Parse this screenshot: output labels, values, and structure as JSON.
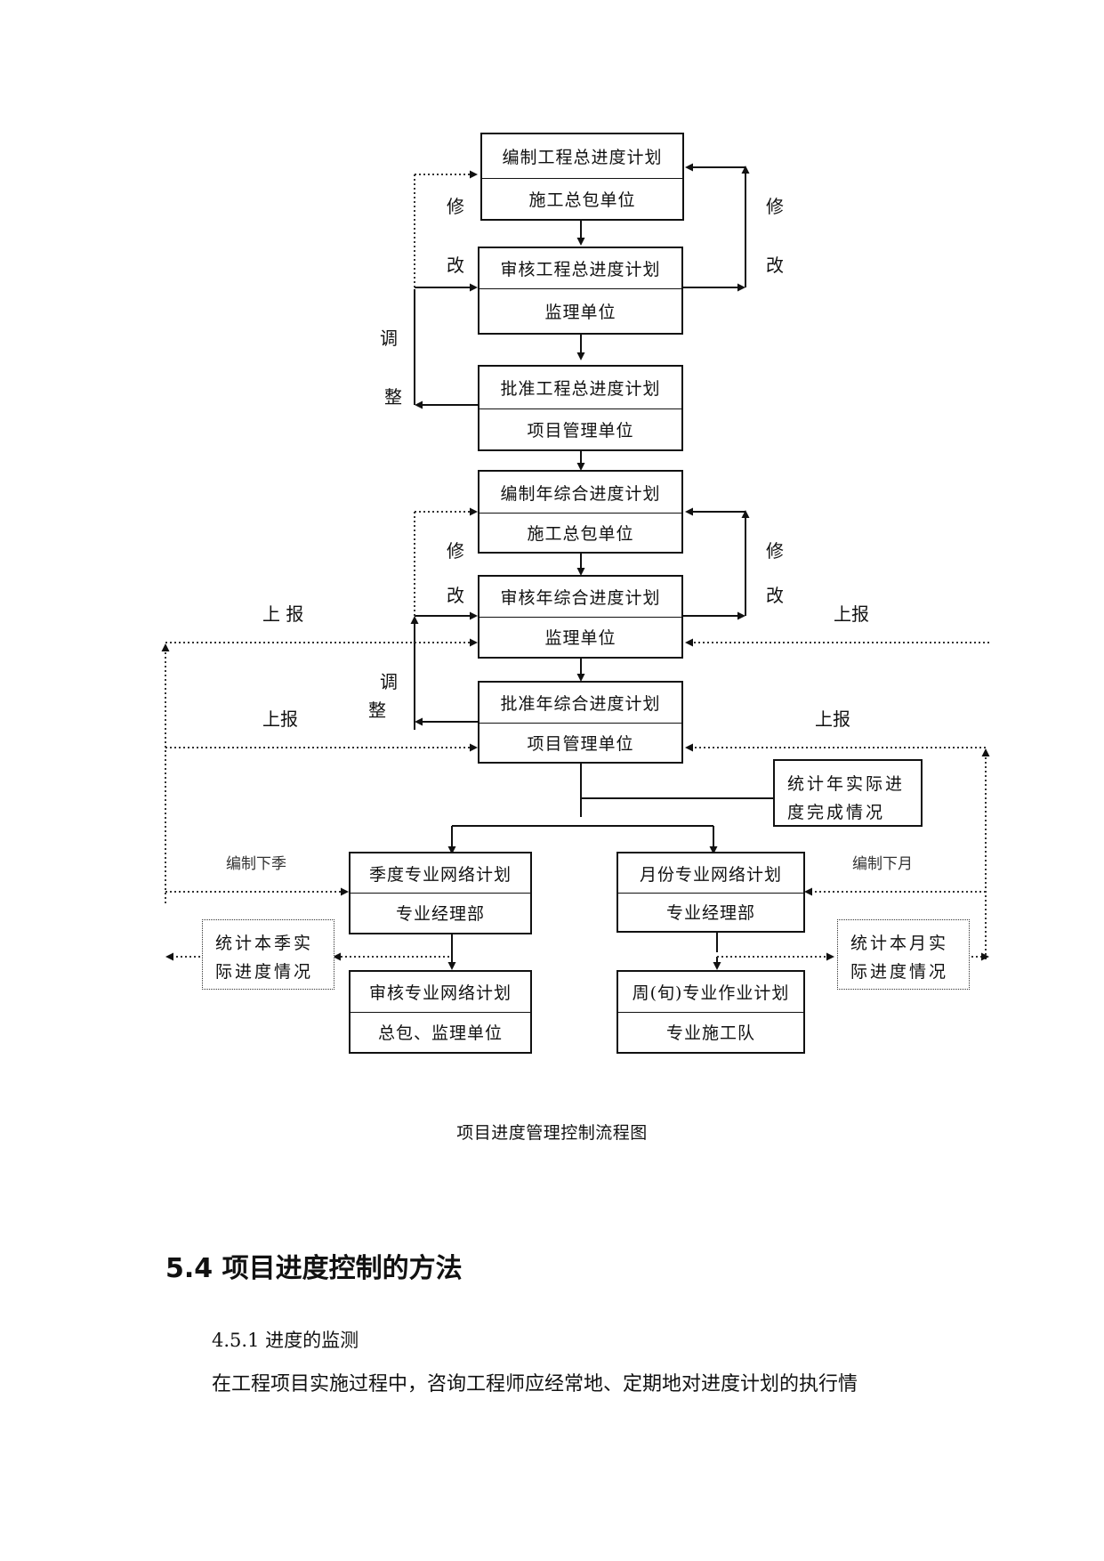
{
  "flowchart": {
    "boxes": {
      "b1": {
        "top": "编制工程总进度计划",
        "bottom": "施工总包单位"
      },
      "b2": {
        "top": "审核工程总进度计划",
        "bottom": "监理单位"
      },
      "b3": {
        "top": "批准工程总进度计划",
        "bottom": "项目管理单位"
      },
      "b4": {
        "top": "编制年综合进度计划",
        "bottom": "施工总包单位"
      },
      "b5": {
        "top": "审核年综合进度计划",
        "bottom": "监理单位"
      },
      "b6": {
        "top": "批准年综合进度计划",
        "bottom": "项目管理单位"
      },
      "b7": {
        "top": "季度专业网络计划",
        "bottom": "专业经理部"
      },
      "b8": {
        "top": "月份专业网络计划",
        "bottom": "专业经理部"
      },
      "b9": {
        "top": "审核专业网络计划",
        "bottom": "总包、监理单位"
      },
      "b10": {
        "top": "周(旬)专业作业计划",
        "bottom": "专业施工队"
      }
    },
    "notes": {
      "stat_year": "统计年实际进度完成情况",
      "stat_quarter": "统计本季实际进度情况",
      "stat_month": "统计本月实际进度情况"
    },
    "labels": {
      "xiu": "修",
      "gai": "改",
      "tiao": "调",
      "zheng": "整",
      "shangbao_spaced": "上 报",
      "shangbao": "上报",
      "bianzhi_xiaji": "编制下季",
      "bianzhi_xiayue": "编制下月"
    },
    "caption": "项目进度管理控制流程图"
  },
  "section": {
    "heading": "5.4 项目进度控制的方法",
    "subheading": "4.5.1  进度的监测",
    "paragraph": "在工程项目实施过程中，咨询工程师应经常地、定期地对进度计划的执行情"
  }
}
